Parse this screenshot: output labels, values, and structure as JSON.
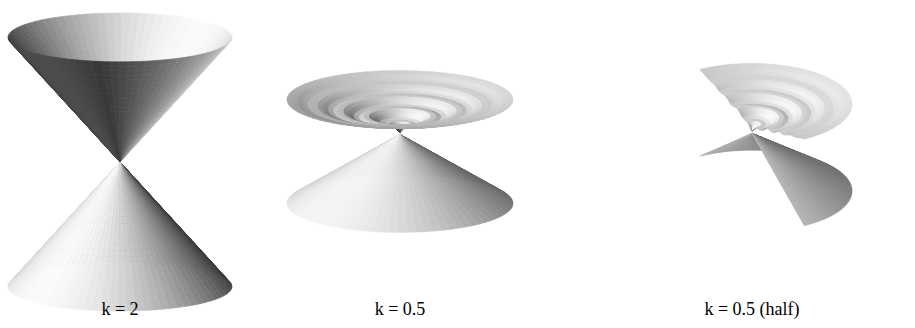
{
  "diagram": {
    "labels": [
      "k = 2",
      "k = 0.5",
      "k = 0.5 (half)"
    ]
  }
}
